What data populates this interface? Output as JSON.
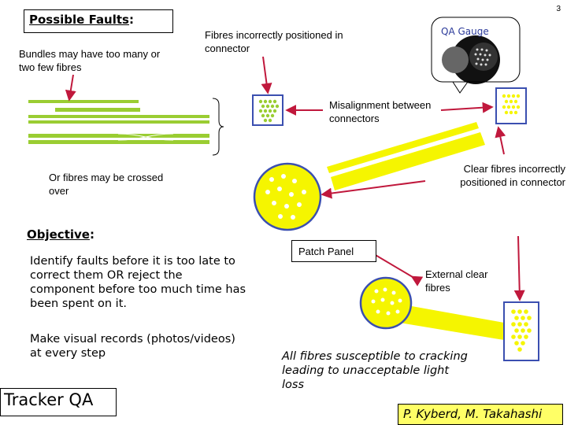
{
  "slide": {
    "page_number": "3",
    "faults_title": "Possible Faults",
    "faults_colon": ":",
    "bundles_text": "Bundles may have too many or two few fibres",
    "fibres_positioned_text": "Fibres incorrectly positioned in connector",
    "qa_gauge_label": "QA Gauge",
    "misalignment_text": "Misalignment between connectors",
    "crossed_text": "Or fibres may be crossed over",
    "clear_wrong_text": "Clear fibres incorrectly positioned in connector",
    "objective_title": "Objective",
    "objective_colon": ":",
    "objective_text": "Identify faults before it is too late to correct them OR reject the component before too much time has been spent on it.",
    "records_text": "Make visual records (photos/videos) at every step",
    "tracker_qa": "Tracker QA",
    "patch_panel": "Patch Panel",
    "external_clear_text": "External clear fibres",
    "susceptible_text": "All fibres susceptible to cracking leading to unacceptable light loss",
    "authors": "P. Kyberd, M. Takahashi"
  },
  "colors": {
    "fibre_green": "#9acd32",
    "fibre_yellow": "#f5f500",
    "connector_blue": "#3b4fb0",
    "arrow_red": "#c0183c",
    "author_bg": "#ffff66"
  }
}
